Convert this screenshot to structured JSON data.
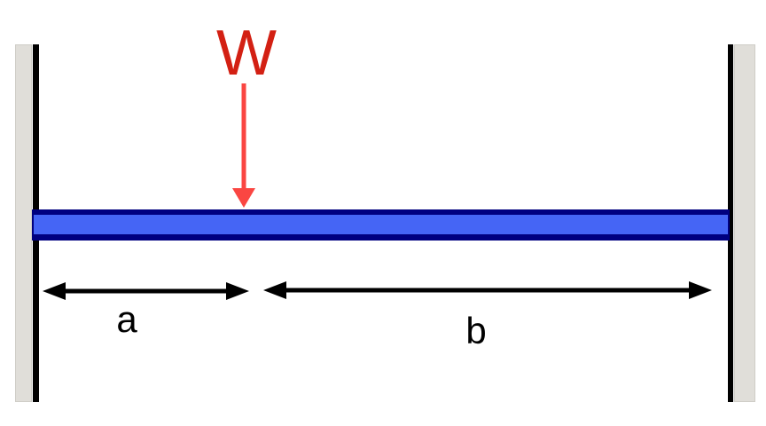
{
  "diagram": {
    "load": {
      "label": "W"
    },
    "dimensions": {
      "a_label": "a",
      "b_label": "b"
    }
  },
  "colors": {
    "background": "#ffffff",
    "load_label": "#d32013",
    "load_arrow": "#fa4642",
    "beam_fill": "#4565f5",
    "beam_border": "#000080",
    "wall_hatch": "#e0ded9",
    "wall_line": "#000000",
    "dim_arrow": "#000000"
  }
}
